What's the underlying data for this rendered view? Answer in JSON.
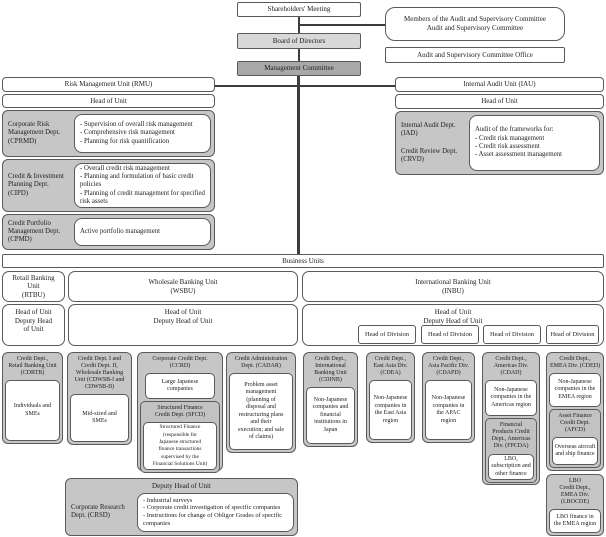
{
  "colors": {
    "box_border": "#5a5a5a",
    "light_gray_fill": "#d8d8d8",
    "dark_gray_fill": "#a8a8a8",
    "department_gray_fill": "#c6c6c6",
    "connector_line": "#3d3d3d"
  },
  "top": {
    "shareholders_meeting": "Shareholders' Meeting",
    "audit_committee_members": "Members of the Audit and Supervisory Committee\nAudit and Supervisory Committee",
    "board_of_directors": "Board of Directors",
    "audit_committee_office": "Audit and Supervisory Committee Office",
    "management_committee": "Management Committee"
  },
  "rmu": {
    "title": "Risk Management Unit (RMU)",
    "head": "Head of Unit",
    "cprmd_name": "Corporate Risk\nManagement Dept.\n(CPRMD)",
    "cprmd_duties": "- Supervision of overall risk management\n- Comprehensive risk management\n- Planning for risk quantification",
    "cipd_name": "Credit & Investment\nPlanning Dept.\n(CIPD)",
    "cipd_duties": "- Overall credit risk management\n- Planning and formulation of basic credit policies\n- Planning of credit management for specified risk assets",
    "cpmd_name": "Credit Portfolio\nManagement Dept.\n(CPMD)",
    "cpmd_duties": "Active portfolio management"
  },
  "iau": {
    "title": "Internal Audit Unit (IAU)",
    "head": "Head of Unit",
    "iad_name": "Internal Audit Dept.\n(IAD)",
    "crvd_name": "Credit Review Dept.\n(CRVD)",
    "duties": "Audit of the frameworks for:\n- Credit risk management\n- Credit risk assessment\n- Asset assessment management"
  },
  "business": {
    "title": "Business Units",
    "rtbu": "Retail Banking\nUnit\n(RTBU)",
    "wsbu": "Wholesale Banking Unit\n(WSBU)",
    "inbu": "International Banking Unit\n(INBU)",
    "rtbu_head": "Head of Unit\nDeputy Head\nof Unit",
    "unit_head": "Head of Unit\nDeputy Head of Unit",
    "division_head": "Head of Division"
  },
  "depts": {
    "cdrtb": {
      "name": "Credit Dept.,\nRetail Banking Unit\n(CDRTB)",
      "scope": "Individuals and\nSMEs"
    },
    "cdwsb": {
      "name": "Credit Dept. I and\nCredit Dept. II,\nWholesale Banking\nUnit (CDWSB-I and\nCDWSB-II)",
      "scope": "Mid-sized and\nSMEs"
    },
    "ccrd": {
      "name": "Corporate Credit Dept.\n(CCRD)",
      "scope": "Large Japanese\ncompanies"
    },
    "sfcd": {
      "name": "Structured Finance\nCredit Dept. (SFCD)",
      "scope": "Structured Finance\n(responsible for\nJapanese structured\nfinance transactions\nsupervised by the\nFinancial Solutions Unit)"
    },
    "cadar": {
      "name": "Credit Administration\nDept. (CADAR)",
      "scope": "Problem asset\nmanagement\n(planning of\ndisposal and\nrestructuring plans\nand their\nexecution; and sale\nof claims)"
    },
    "cdinb": {
      "name": "Credit Dept.,\nInternational\nBanking Unit\n(CDINB)",
      "scope": "Non-Japanese\ncompanies and\nfinancial\ninstitutions in\nJapan"
    },
    "cdea": {
      "name": "Credit Dept.,\nEast Asia Div.\n(CDEA)",
      "scope": "Non-Japanese\ncompanies in\nthe East Asia\nregion"
    },
    "cdapd": {
      "name": "Credit Dept.,\nAsia Pacific Div.\n(CDAPD)",
      "scope": "Non-Japanese\ncompanies in\nthe APAC\nregion"
    },
    "cdad": {
      "name": "Credit Dept.,\nAmericas Div.\n(CDAD)",
      "scope": "Non-Japanese\ncompanies in the\nAmericas region"
    },
    "fpcda": {
      "name": "Financial\nProducts Credit\nDept., Americas\nDiv. (FPCDA)",
      "scope": "LBO,\nsubscription and\nother finance"
    },
    "cded": {
      "name": "Credit Dept.,\nEMEA Div. (CDED)",
      "scope": "Non-Japanese\ncompanies in the\nEMEA region"
    },
    "afcd": {
      "name": "Asset Finance\nCredit Dept.\n(AFCD)",
      "scope": "Overseas aircraft\nand ship finance"
    },
    "lbocde": {
      "name": "LBO\nCredit Dept.,\nEMEA Div.\n(LBOCDE)",
      "scope": "LBO finance in\nthe EMEA region"
    }
  },
  "crsd": {
    "header": "Deputy Head of Unit",
    "name": "Corporate Research\nDept. (CRSD)",
    "duties": "- Industrial surveys\n- Corporate credit investigation of specific companies\n- Instructions for change of Obligor Grades of specific companies"
  }
}
